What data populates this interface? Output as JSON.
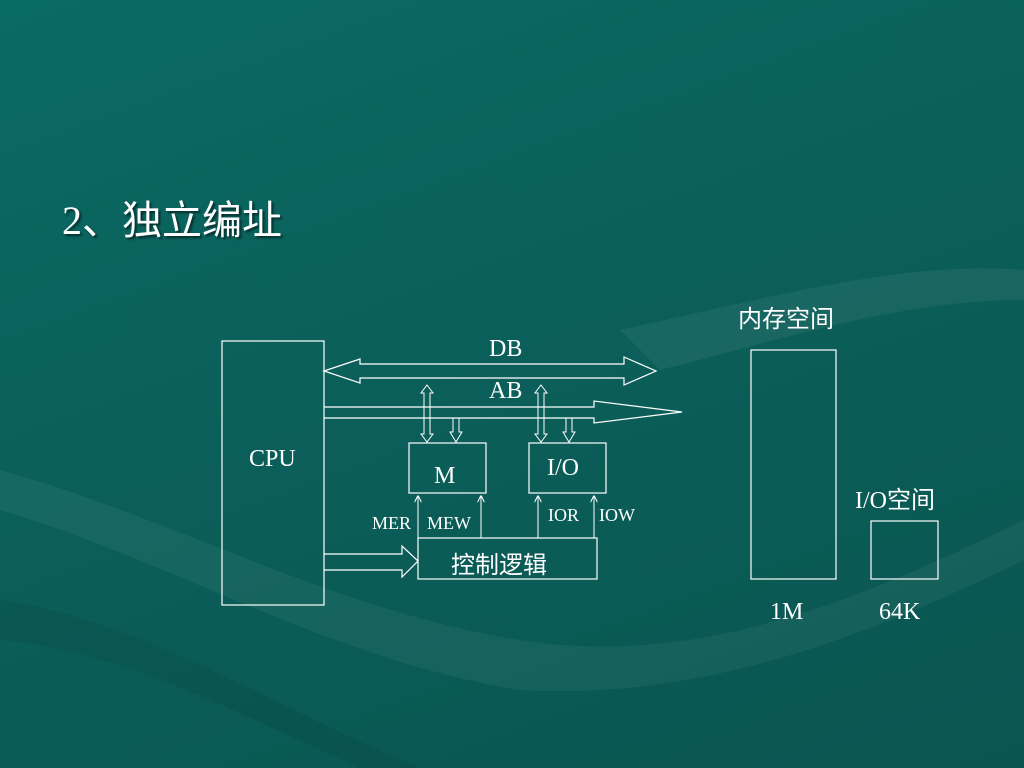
{
  "slide": {
    "title": "2、独立编址"
  },
  "diagram": {
    "cpu_label": "CPU",
    "data_bus_label": "DB",
    "address_bus_label": "AB",
    "memory_label": "M",
    "io_label": "I/O",
    "control_logic_label": "控制逻辑",
    "mer_label": "MER",
    "mew_label": "MEW",
    "ior_label": "IOR",
    "iow_label": "IOW",
    "memory_space_label": "内存空间",
    "io_space_label": "I/O空间",
    "memory_space_size": "1M",
    "io_space_size": "64K"
  },
  "colors": {
    "background": "#0a6a64",
    "stroke": "#ffffff",
    "text": "#ffffff"
  }
}
